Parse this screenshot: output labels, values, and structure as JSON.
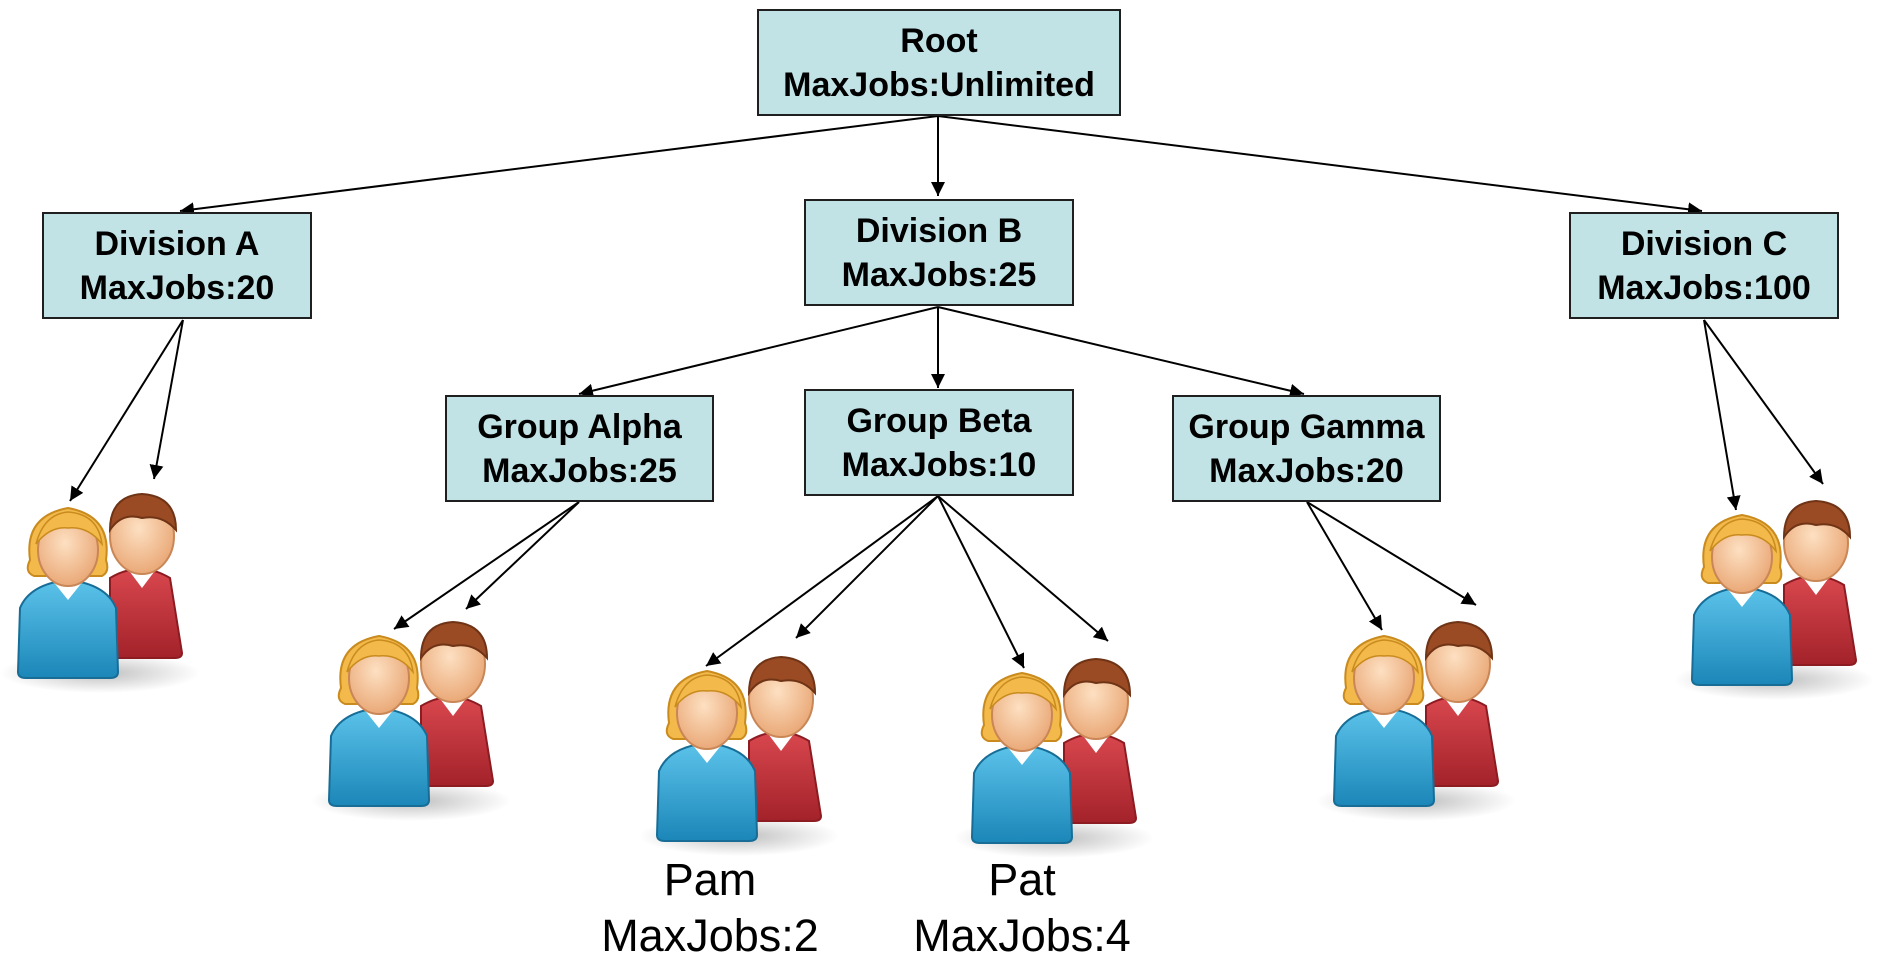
{
  "colors": {
    "node_fill": "#c1e3e6",
    "node_border": "#1f1f1f",
    "edge": "#000000",
    "female_shirt": "#2e9fcf",
    "male_shirt": "#c2323a",
    "skin": "#f7c79c",
    "female_hair": "#f3b94a",
    "male_hair": "#9a4b23"
  },
  "nodes": {
    "root": {
      "title": "Root",
      "limit": "MaxJobs:Unlimited"
    },
    "division_a": {
      "title": "Division A",
      "limit": "MaxJobs:20"
    },
    "division_b": {
      "title": "Division B",
      "limit": "MaxJobs:25"
    },
    "division_c": {
      "title": "Division C",
      "limit": "MaxJobs:100"
    },
    "group_alpha": {
      "title": "Group Alpha",
      "limit": "MaxJobs:25"
    },
    "group_beta": {
      "title": "Group Beta",
      "limit": "MaxJobs:10"
    },
    "group_gamma": {
      "title": "Group Gamma",
      "limit": "MaxJobs:20"
    }
  },
  "users": {
    "pam": {
      "name": "Pam",
      "limit": "MaxJobs:2"
    },
    "pat": {
      "name": "Pat",
      "limit": "MaxJobs:4"
    }
  },
  "icons": {
    "user_pair": "user-pair-icon"
  }
}
